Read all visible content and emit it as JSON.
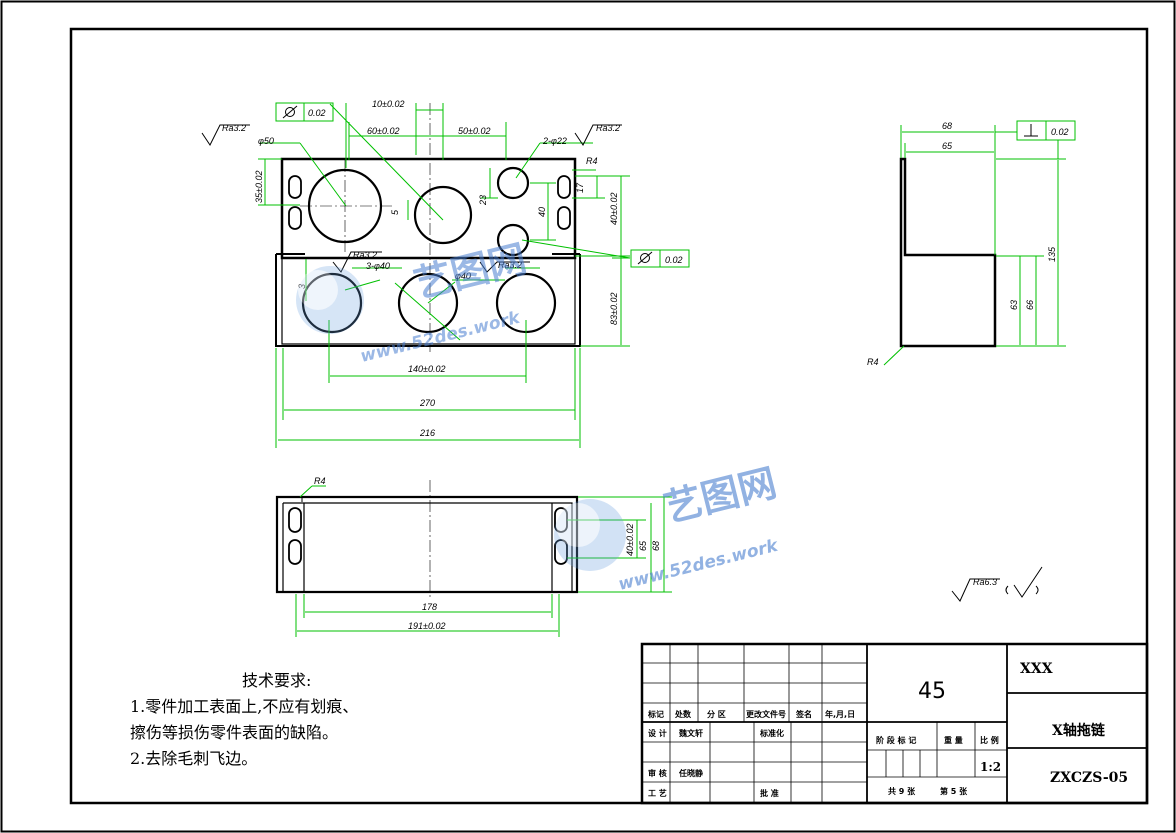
{
  "dims": {
    "d10": "10±0.02",
    "d60": "60±0.02",
    "d50": "50±0.02",
    "phi50": "φ50",
    "ra_top_left": "Ra3.2",
    "ra_top_right": "Ra3.2",
    "hole2": "2-φ22",
    "r4_a": "R4",
    "d35": "35±0.02",
    "d5": "5",
    "d23": "23",
    "d17": "17",
    "d40": "40",
    "d40b": "40±0.02",
    "ra_mid": "Ra3.2",
    "hole3": "3-φ40",
    "phi40": "φ40",
    "ra_mid2": "Ra3.2",
    "d3": "3",
    "d83": "83±0.02",
    "d140": "140±0.02",
    "d270": "270",
    "d216": "216",
    "d68": "68",
    "d65": "65",
    "d135": "135",
    "d63": "63",
    "d66": "66",
    "r4_b": "R4",
    "r4_c": "R4",
    "d40c": "40±0.02",
    "d65b": "65",
    "d68b": "68",
    "d178": "178",
    "d191": "191±0.02",
    "ra63": "Ra6.3"
  },
  "tolerances": {
    "flat1": "0.02",
    "flat2": "0.02",
    "perp": "0.02"
  },
  "watermark": {
    "cn": "艺图网",
    "url": "www.52des.work"
  },
  "requirements": {
    "title": "技术要求:",
    "line1": "1.零件加工表面上,不应有划痕、",
    "line2": "擦伤等损伤零件表面的缺陷。",
    "line3": "2.去除毛刺飞边。"
  },
  "title_block": {
    "material": "45",
    "company": "XXX",
    "part_name": "X轴拖链",
    "drawing_no": "ZXCZS-05",
    "scale": "1:2",
    "h_mark": "标记",
    "h_count": "处数",
    "h_zone": "分 区",
    "h_docno": "更改文件号",
    "h_sign": "签名",
    "h_date": "年,月,日",
    "r_design": "设 计",
    "r_designer": "魏文轩",
    "r_std": "标准化",
    "h_stage": "阶 段 标 记",
    "h_weight": "重 量",
    "h_scale": "比 例",
    "r_review": "审 核",
    "r_reviewer": "任晓静",
    "r_process": "工 艺",
    "r_approve": "批 准",
    "sheets_total": "共 9 张",
    "sheet_no": "第 5 张"
  }
}
